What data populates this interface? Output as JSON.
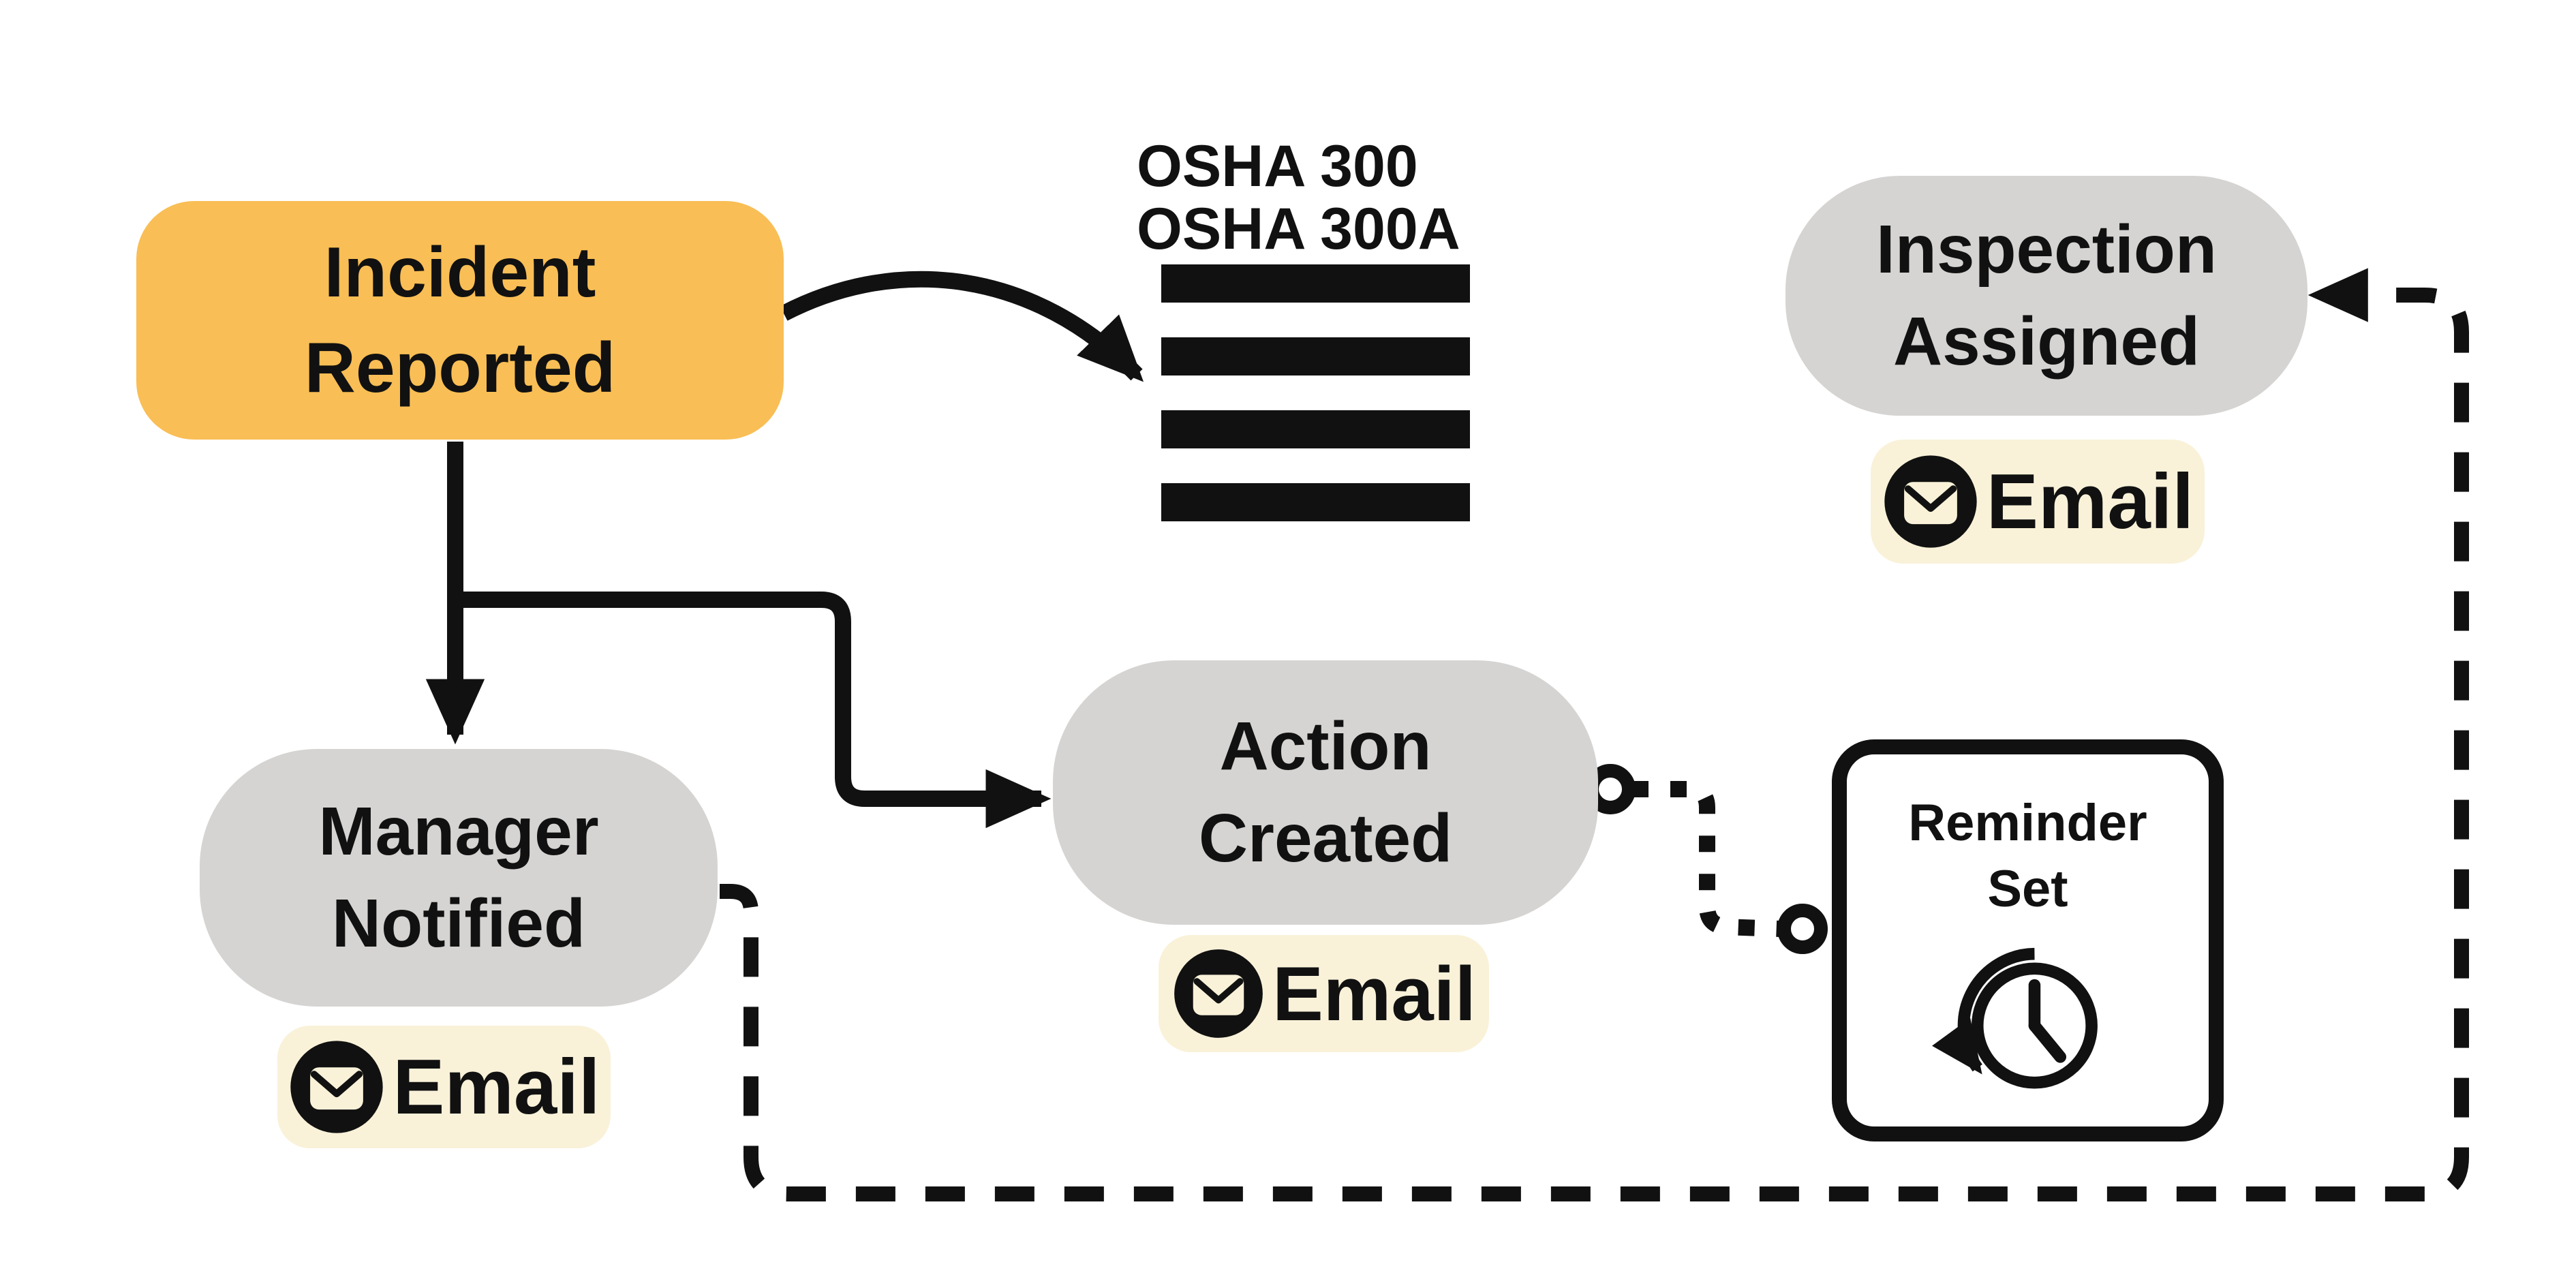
{
  "colors": {
    "node_orange": "#F9BE55",
    "node_gray": "#D5D4D2",
    "badge_cream": "#F9F2D9",
    "ink_black": "#111111",
    "canvas_white": "#FFFFFF"
  },
  "nodes": {
    "incident_reported": {
      "lines": [
        "Incident",
        "Reported"
      ]
    },
    "manager_notified": {
      "lines": [
        "Manager",
        "Notified"
      ],
      "email_badge": "Email"
    },
    "action_created": {
      "lines": [
        "Action",
        "Created"
      ],
      "email_badge": "Email"
    },
    "inspection_assigned": {
      "lines": [
        "Inspection",
        "Assigned"
      ],
      "email_badge": "Email"
    },
    "reminder_set": {
      "lines": [
        "Reminder",
        "Set"
      ]
    },
    "osha_document": {
      "lines": [
        "OSHA 300",
        "OSHA 300A"
      ]
    }
  }
}
